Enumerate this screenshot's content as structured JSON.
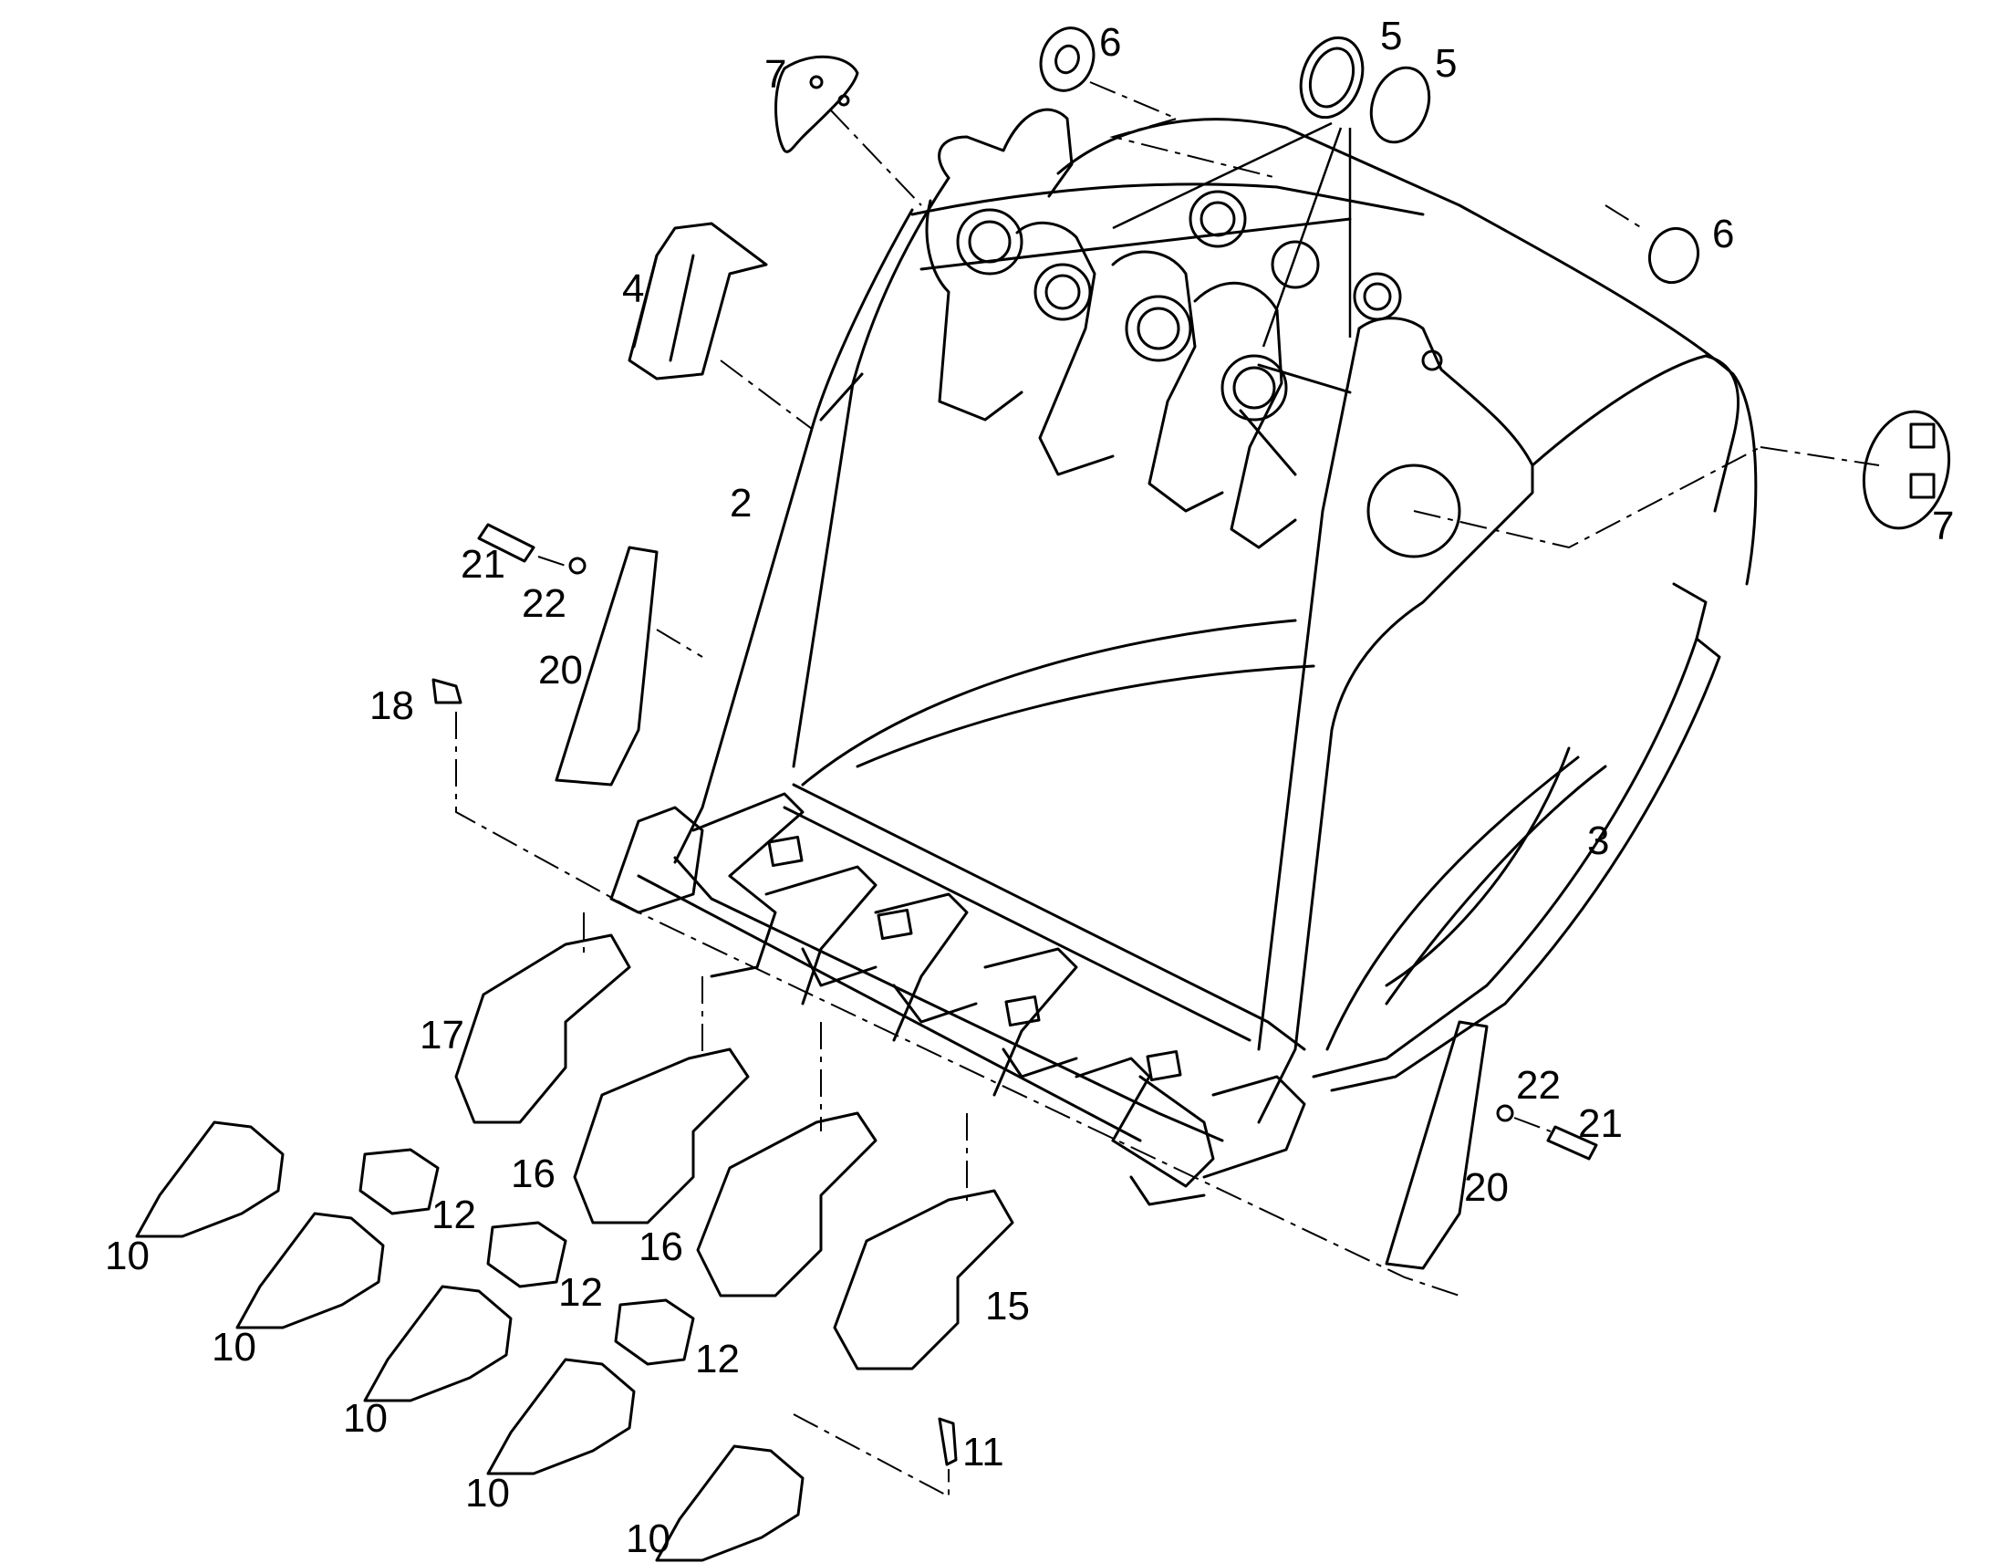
{
  "diagram": {
    "type": "exploded-parts-diagram",
    "subject": "excavator bucket",
    "line_color": "#000000",
    "background": "#ffffff",
    "callouts": [
      "2",
      "3",
      "4",
      "5",
      "5",
      "6",
      "6",
      "7",
      "7",
      "10",
      "10",
      "10",
      "10",
      "10",
      "11",
      "12",
      "12",
      "12",
      "15",
      "16",
      "16",
      "17",
      "18",
      "20",
      "20",
      "21",
      "21",
      "22",
      "22"
    ]
  }
}
